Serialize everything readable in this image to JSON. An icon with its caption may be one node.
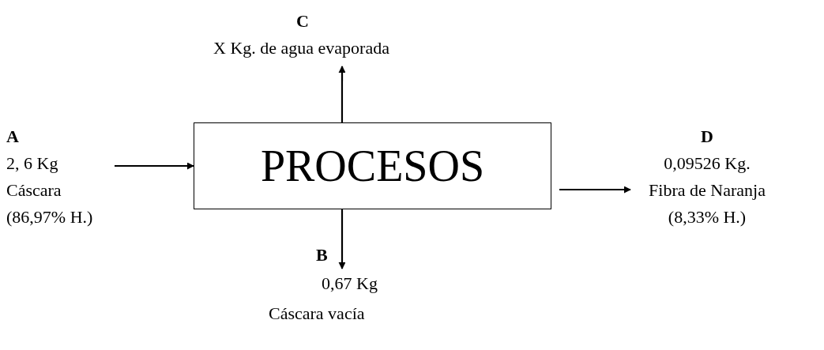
{
  "diagram": {
    "nodes": [
      {
        "text": [
          "C",
          "X Kg. de agua evaporada"
        ]
      },
      {
        "text": [
          "A",
          "2, 6 Kg",
          "Cáscara",
          "(86,97% H.)"
        ]
      },
      {
        "text": [
          "PROCESOS"
        ]
      },
      {
        "text": [
          "D",
          "0,09526 Kg.",
          "Fibra de Naranja",
          "(8,33% H.)"
        ]
      },
      {
        "text": [
          "B",
          "0,67 Kg",
          "Cáscara vacía"
        ]
      }
    ],
    "edges": [
      {
        "from": 1,
        "to": 2,
        "arrow": "to"
      },
      {
        "from": 2,
        "to": 0,
        "arrow": "to"
      },
      {
        "from": 2,
        "to": 3,
        "arrow": "to"
      },
      {
        "from": 2,
        "to": 4,
        "arrow": "to"
      }
    ]
  }
}
